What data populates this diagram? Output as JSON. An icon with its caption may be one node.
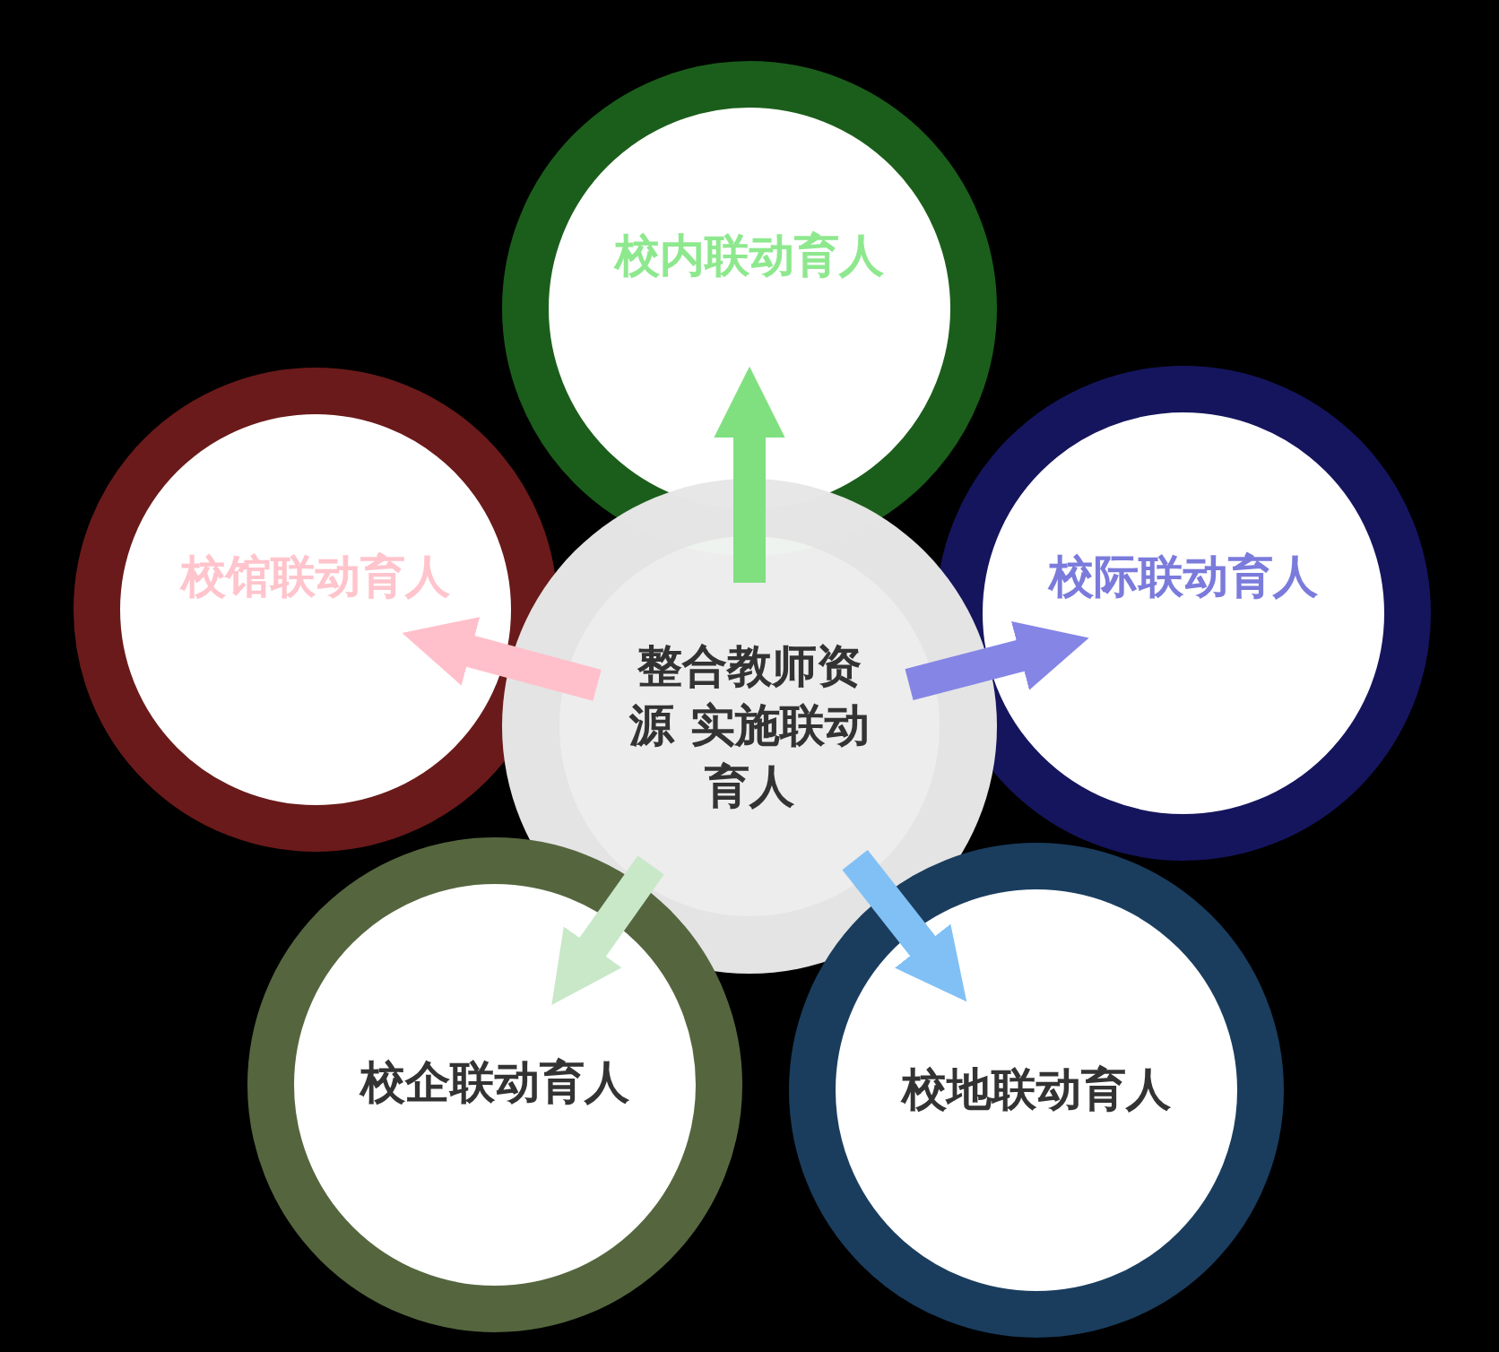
{
  "diagram": {
    "nodes": [
      {
        "text": [
          "校内联动育人"
        ]
      },
      {
        "text": [
          "校馆联动育人"
        ]
      },
      {
        "text": [
          "校际联动育人"
        ]
      },
      {
        "text": [
          "整合教师资源 实施联动育人"
        ]
      },
      {
        "text": [
          "校企联动育人"
        ]
      },
      {
        "text": [
          "校地联动育人"
        ]
      }
    ],
    "edges": [
      {
        "from": 3,
        "to": 0,
        "arrow": "to",
        "color": "#80e080"
      },
      {
        "from": 3,
        "to": 1,
        "arrow": "to",
        "color": "#ffc0cb"
      },
      {
        "from": 3,
        "to": 2,
        "arrow": "to",
        "color": "#8585e6"
      },
      {
        "from": 3,
        "to": 4,
        "arrow": "to",
        "color": "#c8e8c8"
      },
      {
        "from": 3,
        "to": 5,
        "arrow": "to",
        "color": "#80c0f5"
      }
    ]
  }
}
